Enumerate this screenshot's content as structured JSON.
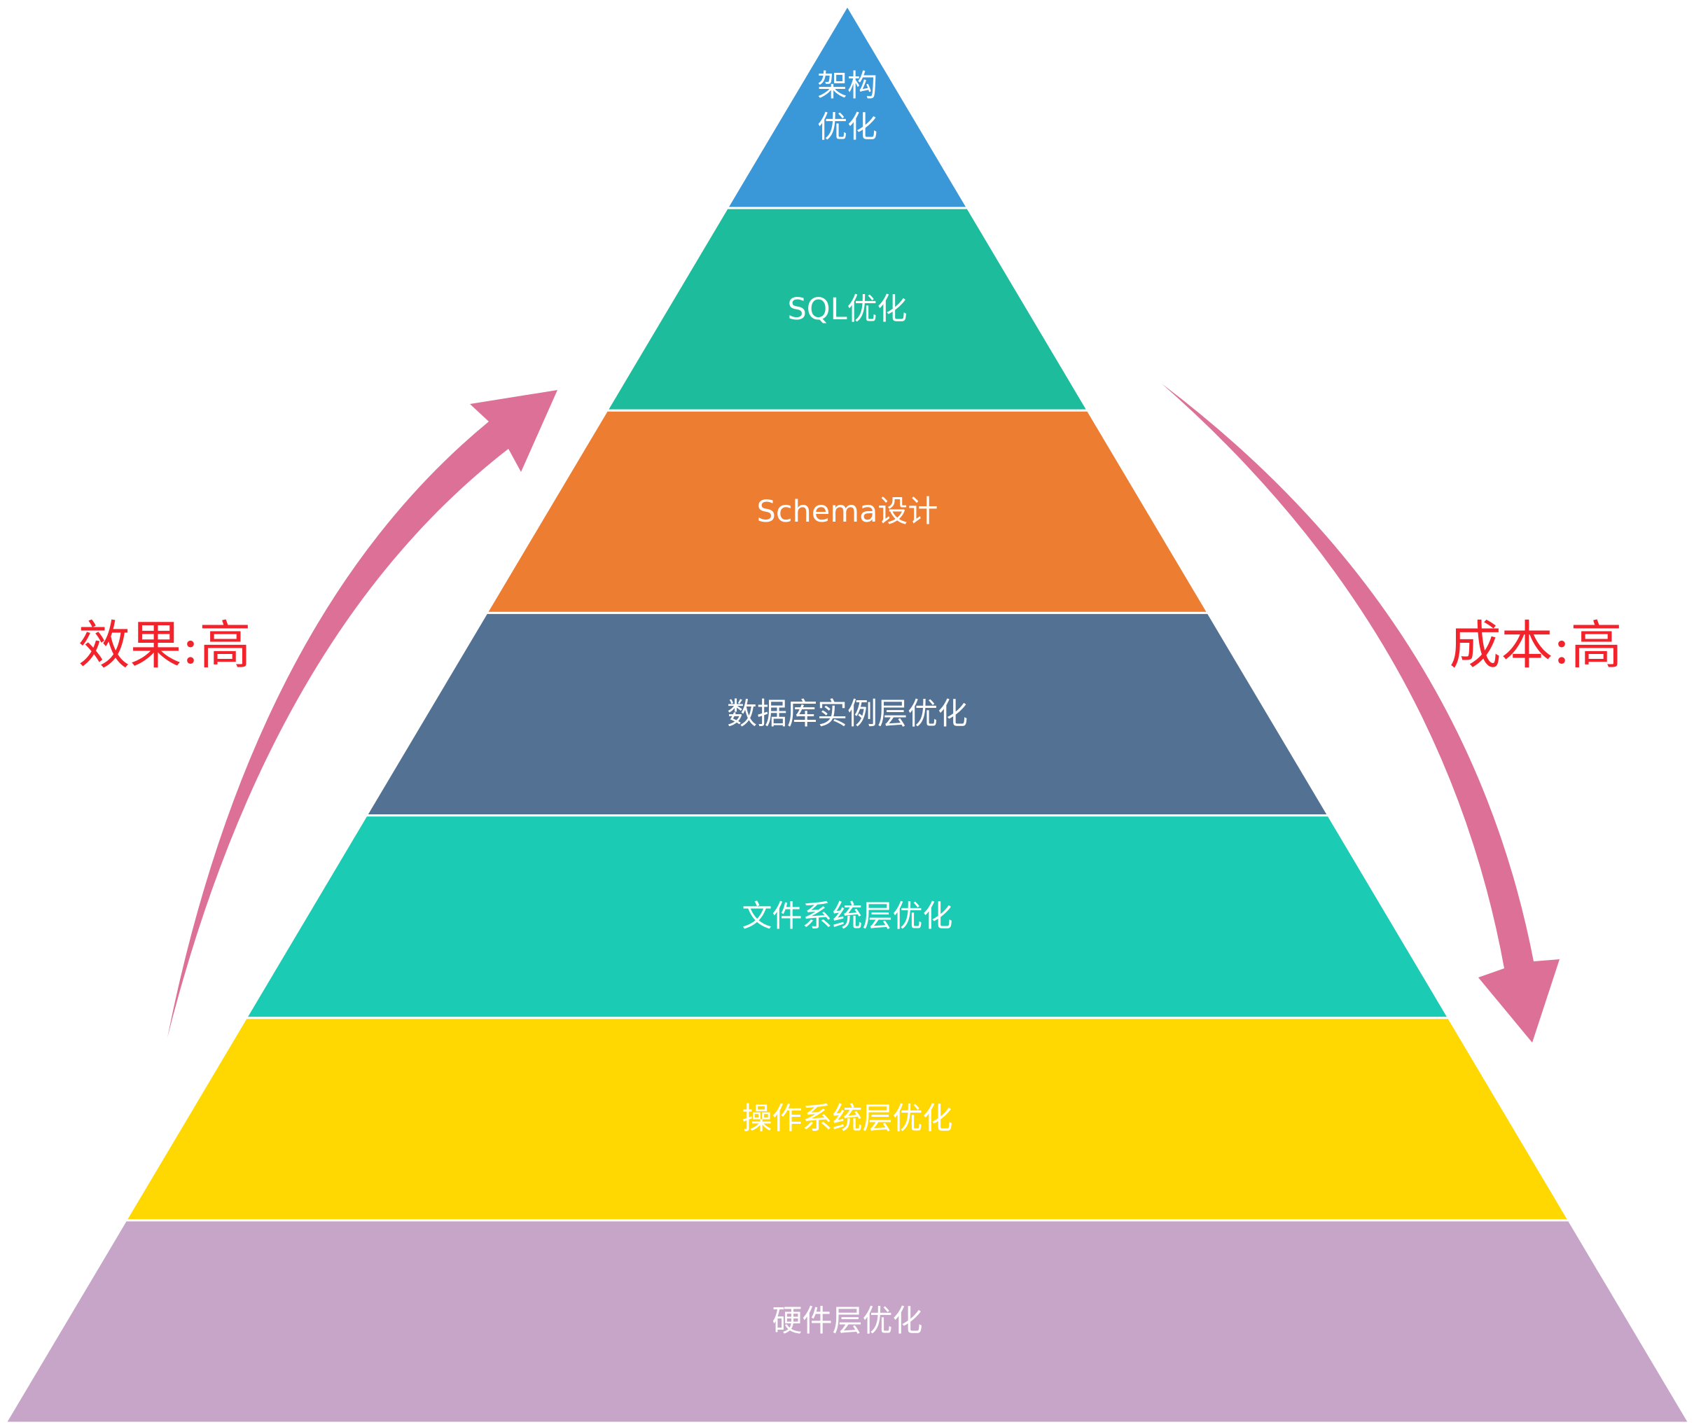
{
  "pyramid": {
    "layers": [
      {
        "lines": [
          "架构",
          "优化"
        ],
        "color": "#3A98D8"
      },
      {
        "label": "SQL优化",
        "color": "#1DBC9C"
      },
      {
        "label": "Schema设计",
        "color": "#ED7D31"
      },
      {
        "label": "数据库实例层优化",
        "color": "#527193"
      },
      {
        "label": "文件系统层优化",
        "color": "#1BCBB4"
      },
      {
        "label": "操作系统层优化",
        "color": "#FED800"
      },
      {
        "label": "硬件层优化",
        "color": "#C6A5C8"
      }
    ]
  },
  "annotations": {
    "left": "效果:高",
    "right": "成本:高",
    "color": "#F2232B"
  },
  "arrows": {
    "color": "#DD7096"
  },
  "label_color": "#FFFFFF"
}
